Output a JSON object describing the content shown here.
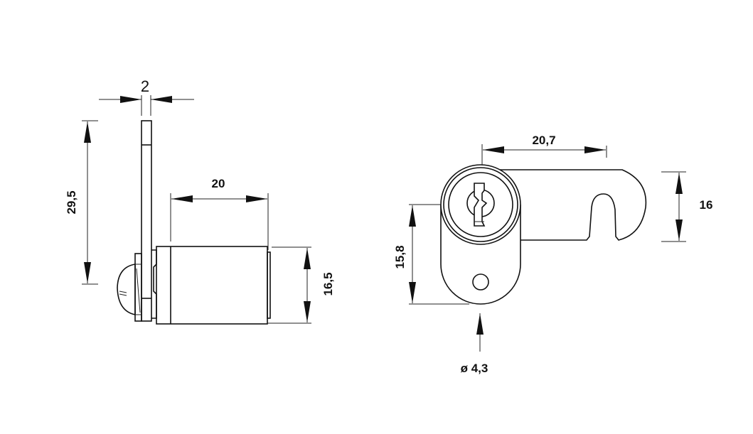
{
  "side_view": {
    "dim_plate_thickness": "2",
    "dim_height": "29,5",
    "dim_length": "20",
    "dim_body_diameter": "16,5"
  },
  "front_view": {
    "dim_cam_length": "20,7",
    "dim_cam_width": "16",
    "dim_body_height": "15,8",
    "dim_hole_diameter": "ø 4,3"
  }
}
